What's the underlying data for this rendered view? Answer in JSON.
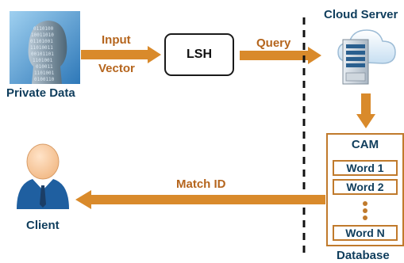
{
  "private_data": {
    "label": "Private Data"
  },
  "input_arrow": {
    "line1": "Input",
    "line2": "Vector"
  },
  "lsh": {
    "label": "LSH"
  },
  "query_arrow": {
    "label": "Query"
  },
  "cloud_server": {
    "label": "Cloud Server"
  },
  "cam": {
    "title": "CAM",
    "words": [
      "Word 1",
      "Word 2",
      "Word N"
    ]
  },
  "database": {
    "label": "Database"
  },
  "match_arrow": {
    "label": "Match ID"
  },
  "client": {
    "label": "Client"
  },
  "colors": {
    "arrow_orange": "#d98a2b",
    "label_dark_blue": "#0f3d5c",
    "label_orange": "#b5651d"
  }
}
